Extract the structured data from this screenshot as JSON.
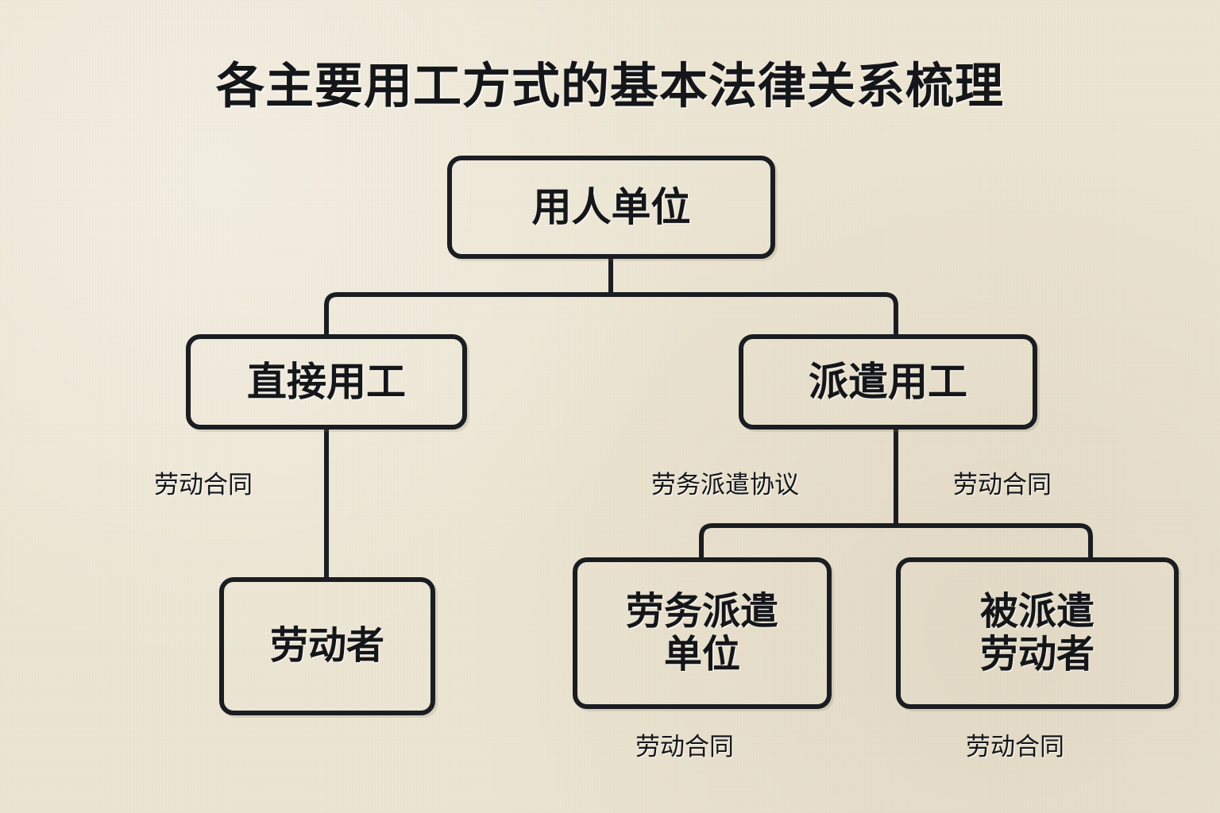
{
  "title": "各主要用工方式的基本法律关系梳理",
  "theme": {
    "background": "#ece5d3",
    "ink": "#1a1d21",
    "text": "#14161a"
  },
  "diagram": {
    "type": "tree",
    "nodes": [
      {
        "id": "employer",
        "label": "用人单位",
        "level": 0
      },
      {
        "id": "direct",
        "label": "直接用工",
        "level": 1
      },
      {
        "id": "dispatch",
        "label": "派遣用工",
        "level": 1
      },
      {
        "id": "worker",
        "label": "劳动者",
        "level": 2
      },
      {
        "id": "agency",
        "label": "劳务派遣\n单位",
        "level": 2
      },
      {
        "id": "dispatched",
        "label": "被派遣\n劳动者",
        "level": 2
      }
    ],
    "edges": [
      {
        "from": "employer",
        "to": "direct",
        "label": ""
      },
      {
        "from": "employer",
        "to": "dispatch",
        "label": ""
      },
      {
        "from": "direct",
        "to": "worker",
        "label": "劳动合同"
      },
      {
        "from": "dispatch",
        "to": "agency",
        "label": "劳务派遣协议"
      },
      {
        "from": "dispatch",
        "to": "dispatched",
        "label": "劳动合同"
      },
      {
        "from": "agency",
        "to": "dispatched",
        "label": "劳动合同"
      }
    ],
    "edge_labels": {
      "direct_to_worker": "劳动合同",
      "dispatch_to_agency": "劳务派遣协议",
      "dispatch_to_dispatched": "劳动合同",
      "agency_bottom": "劳动合同",
      "dispatched_bottom": "劳动合同"
    }
  }
}
